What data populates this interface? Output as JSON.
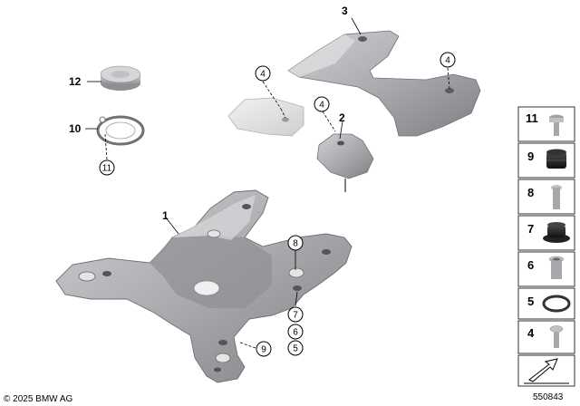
{
  "callouts": {
    "c1": "1",
    "c2": "2",
    "c3": "3",
    "c10": "10",
    "c12": "12"
  },
  "circled": {
    "c4a": "4",
    "c4b": "4",
    "c4c": "4",
    "c11": "11",
    "c8": "8",
    "c7": "7",
    "c6": "6",
    "c5": "5",
    "c9": "9"
  },
  "legend": {
    "items": [
      {
        "num": "11",
        "icon": "torx-screw-icon"
      },
      {
        "num": "9",
        "icon": "rubber-mount-icon"
      },
      {
        "num": "8",
        "icon": "screw-icon"
      },
      {
        "num": "7",
        "icon": "rubber-buffer-icon"
      },
      {
        "num": "6",
        "icon": "bushing-icon"
      },
      {
        "num": "5",
        "icon": "o-ring-icon"
      },
      {
        "num": "4",
        "icon": "screw-icon"
      }
    ]
  },
  "footer": {
    "copyright": "© 2025 BMW AG",
    "diagram_number": "550843"
  }
}
